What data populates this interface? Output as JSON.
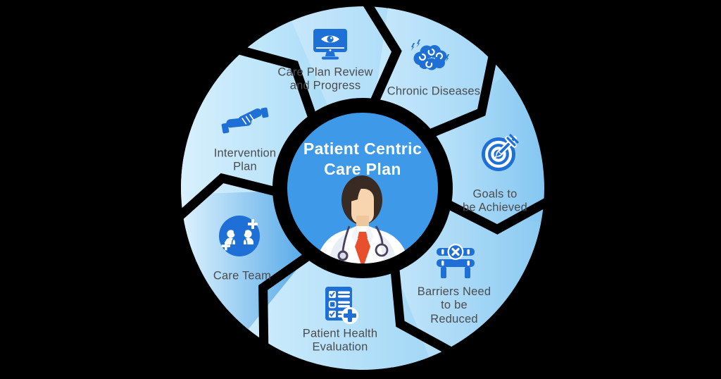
{
  "figure": {
    "type": "cycle-diagram",
    "background": "#000000",
    "center": {
      "title": "Patient Centric\nCare Plan",
      "circle_color": "#3e99e8",
      "text_color": "#ffffff"
    },
    "ring": {
      "gap_color": "#000000",
      "label_color": "#4b4c4e",
      "icon_color": "#1e6fd6"
    },
    "segments": [
      {
        "id": "care-plan-review",
        "label": "Care Plan Review\nand Progress",
        "icon": "monitor-eye",
        "start": 325,
        "end": 368,
        "color_light": "#cfeafc",
        "color_dark": "#a6daf8"
      },
      {
        "id": "chronic-diseases",
        "label": "Chronic Diseases",
        "icon": "brain",
        "start": 8,
        "end": 51.5,
        "color_light": "#c6e8fb",
        "color_dark": "#9bd3f6"
      },
      {
        "id": "goals",
        "label": "Goals to\nbe Achieved",
        "icon": "target-dart",
        "start": 51.5,
        "end": 101,
        "color_light": "#bce4fa",
        "color_dark": "#84c6f1"
      },
      {
        "id": "barriers",
        "label": "Barriers Need\nto be\nReduced",
        "icon": "barricade",
        "start": 101,
        "end": 158.5,
        "color_light": "#c8e9fb",
        "color_dark": "#8ccaf2"
      },
      {
        "id": "patient-health-evaluation",
        "label": "Patient Health\nEvaluation",
        "icon": "checklist-cross",
        "start": 158.5,
        "end": 219,
        "color_light": "#d5effd",
        "color_dark": "#a3d8f6"
      },
      {
        "id": "care-team",
        "label": "Care Team",
        "icon": "team",
        "start": 219,
        "end": 268,
        "color_light": "#def3fe",
        "color_dark": "#55a8e8"
      },
      {
        "id": "intervention-plan",
        "label": "Intervention\nPlan",
        "icon": "handshake",
        "start": 268,
        "end": 325,
        "color_light": "#d7f0fd",
        "color_dark": "#abddf8"
      }
    ]
  }
}
